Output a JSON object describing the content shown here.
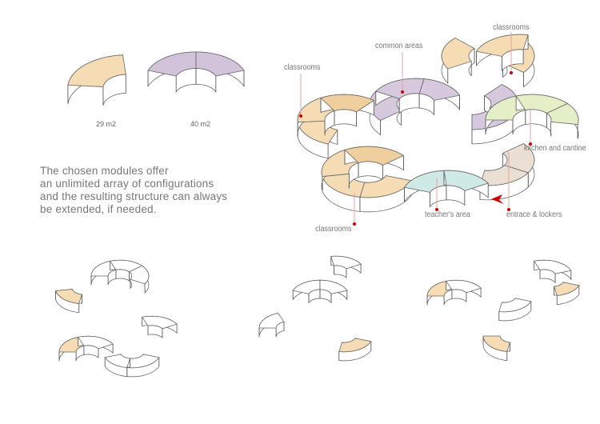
{
  "modules": [
    {
      "area": "29 m2",
      "color": "#f5dcb5"
    },
    {
      "area": "40 m2",
      "color": "#d2c3da"
    }
  ],
  "description": [
    "The chosen modules offer",
    "an unlimited array of configurations",
    "and the resulting structure can always",
    "be extended, if needed."
  ],
  "labels": {
    "classrooms_left": "classrooms",
    "common_areas": "common areas",
    "classrooms_top_right": "classrooms",
    "kitchen": "kitchen and cantine",
    "teachers_area": "teacher's area",
    "entrance": "entrace & lockers",
    "classrooms_bottom": "classrooms"
  },
  "colors": {
    "classrooms": "#f5dcb5",
    "common": "#d6c8dd",
    "kitchen": "#e4efc8",
    "entrance": "#eadfd2",
    "teachers": "#cfe9e6",
    "marker": "#cc0000"
  }
}
